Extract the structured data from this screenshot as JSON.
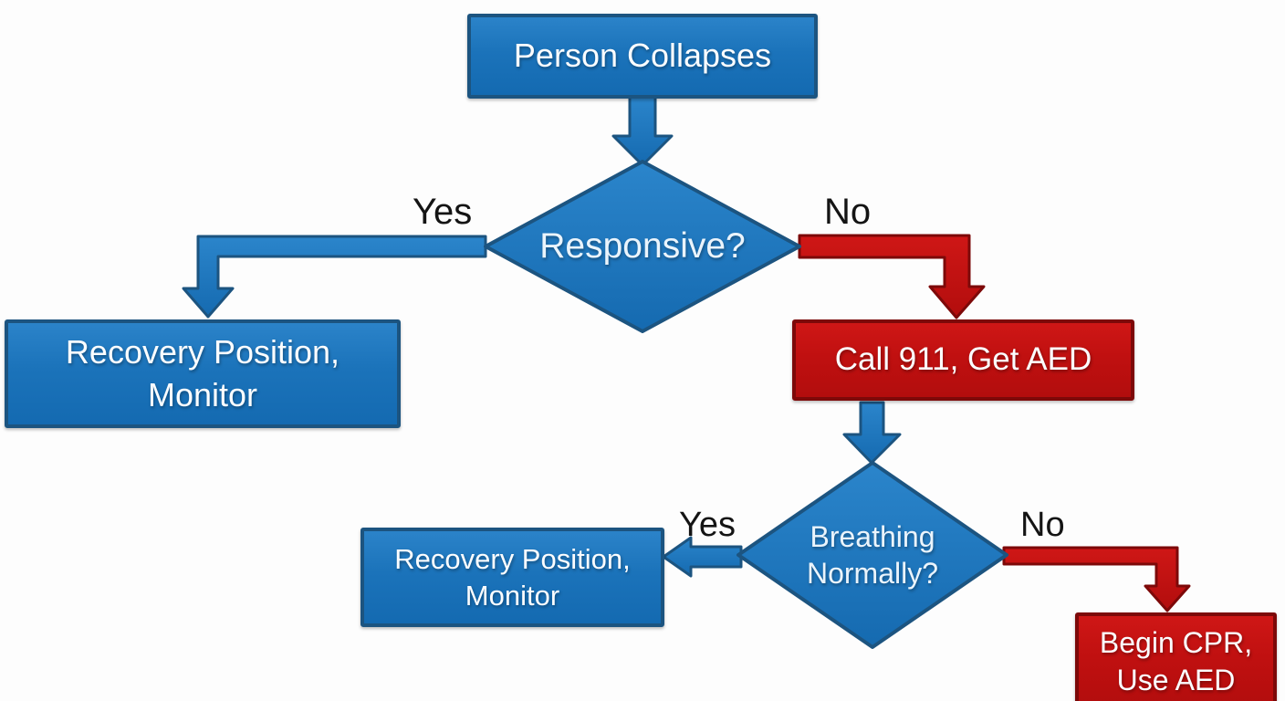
{
  "flowchart": {
    "nodes": {
      "start": {
        "label": "Person Collapses",
        "type": "process",
        "color": "#1b73ba"
      },
      "decision1": {
        "label": "Responsive?",
        "type": "decision",
        "color": "#1b73ba"
      },
      "recovery1": {
        "label": "Recovery Position,\nMonitor",
        "type": "process",
        "color": "#1b73ba"
      },
      "call911": {
        "label": "Call 911, Get AED",
        "type": "process",
        "color": "#c01010"
      },
      "decision2": {
        "label": "Breathing\nNormally?",
        "type": "decision",
        "color": "#1b73ba"
      },
      "recovery2": {
        "label": "Recovery Position,\nMonitor",
        "type": "process",
        "color": "#1b73ba"
      },
      "begin_cpr": {
        "label": "Begin CPR,\nUse AED",
        "type": "process",
        "color": "#c01010"
      }
    },
    "edges": {
      "responsive_yes": {
        "label": "Yes"
      },
      "responsive_no": {
        "label": "No"
      },
      "breathing_yes": {
        "label": "Yes"
      },
      "breathing_no": {
        "label": "No"
      }
    },
    "colors": {
      "blue_fill": "#1b73ba",
      "blue_border": "#1c5480",
      "red_fill": "#c01010",
      "red_border": "#7d0909",
      "text": "#ffffff",
      "edge_label_text": "#141414",
      "background": "#fdfdfd"
    }
  }
}
